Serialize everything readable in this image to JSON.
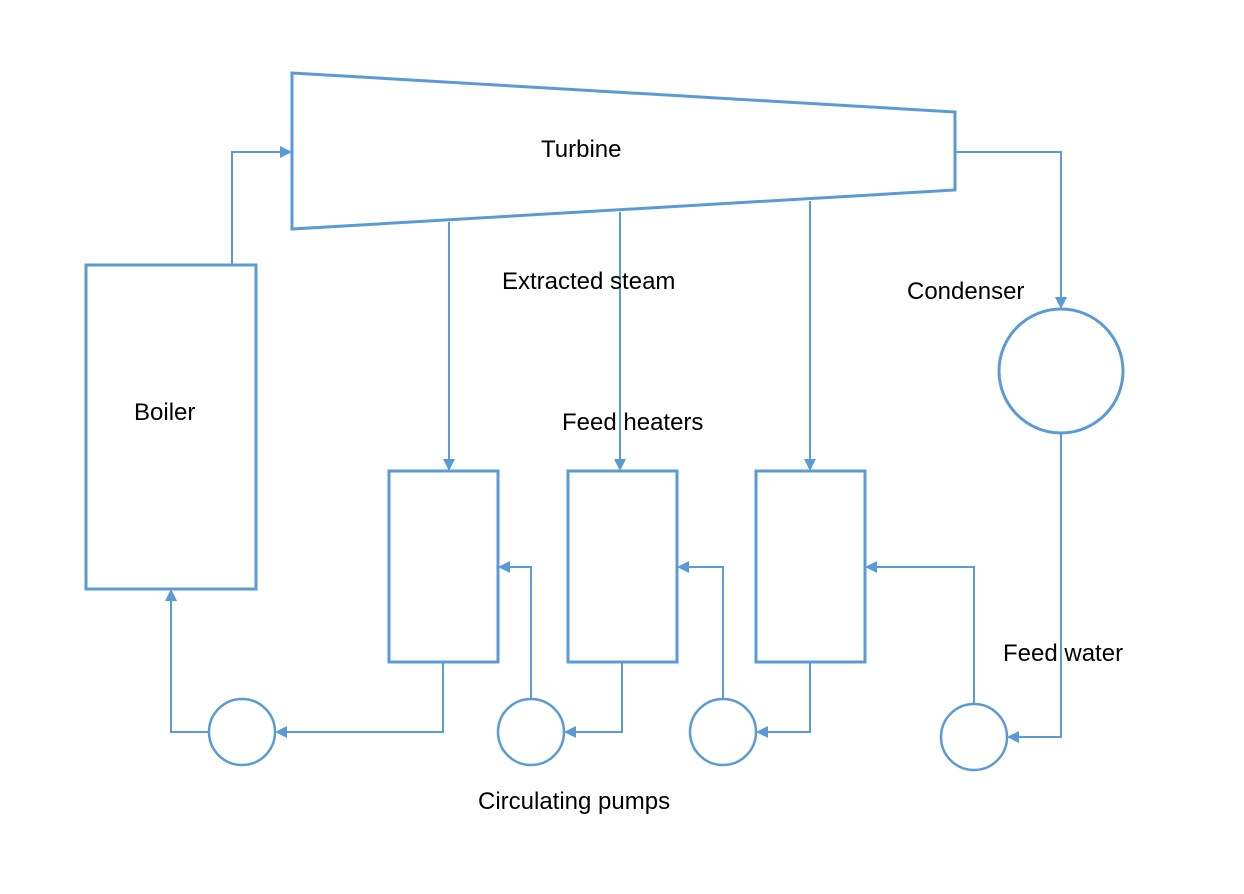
{
  "labels": {
    "turbine": "Turbine",
    "boiler": "Boiler",
    "extracted_steam": "Extracted steam",
    "condenser": "Condenser",
    "feed_heaters": "Feed heaters",
    "feed_water": "Feed water",
    "circulating_pumps": "Circulating pumps"
  },
  "colors": {
    "line": "#5b9bd5",
    "text": "#000000",
    "background": "#ffffff"
  }
}
